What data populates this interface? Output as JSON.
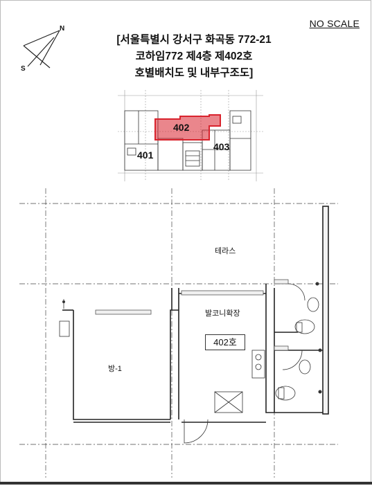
{
  "header": {
    "no_scale": "NO SCALE",
    "title_line1": "[서울특별시 강서구 화곡동 772-21",
    "title_line2": "코하임772 제4층 제402호",
    "title_line3": "호별배치도 및 내부구조도]"
  },
  "compass": {
    "north": "N",
    "south": "S"
  },
  "key_plan": {
    "units": [
      {
        "label": "402",
        "highlighted": true
      },
      {
        "label": "401",
        "highlighted": false
      },
      {
        "label": "403",
        "highlighted": false
      }
    ],
    "highlight_color": "#d9232d"
  },
  "floor_plan": {
    "terrace": "테라스",
    "balcony": "발코니확장",
    "room1": "방-1",
    "unit_label": "402호"
  }
}
